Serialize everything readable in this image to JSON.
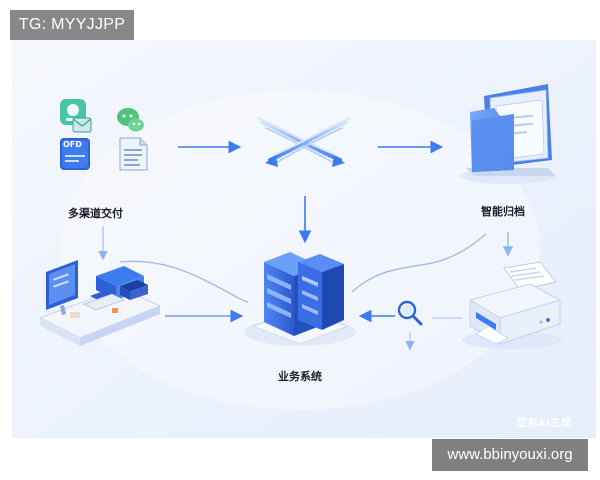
{
  "overlay": {
    "top_left_tag": "TG: MYYJJPP",
    "bottom_right_site": "www.bbinyouxi.org"
  },
  "nodes": {
    "multichannel_label": "多渠道交付",
    "smart_archive_label": "智能归档",
    "business_system_label": "业务系统",
    "ofd_badge": "OFD"
  },
  "watermark": "豆包AI生成",
  "icons": [
    "chat-bubble-icon",
    "email-icon",
    "wechat-icon",
    "ofd-document-icon",
    "text-document-icon",
    "cross-arrows-icon",
    "file-folder-icon",
    "workstation-icon",
    "server-rack-icon",
    "magnifier-icon",
    "printer-icon"
  ],
  "colors": {
    "accent_blue": "#3d7bf0",
    "dark_blue": "#2f5fd6",
    "light_blue": "#a9c6f7",
    "background": "#eef3fb"
  }
}
